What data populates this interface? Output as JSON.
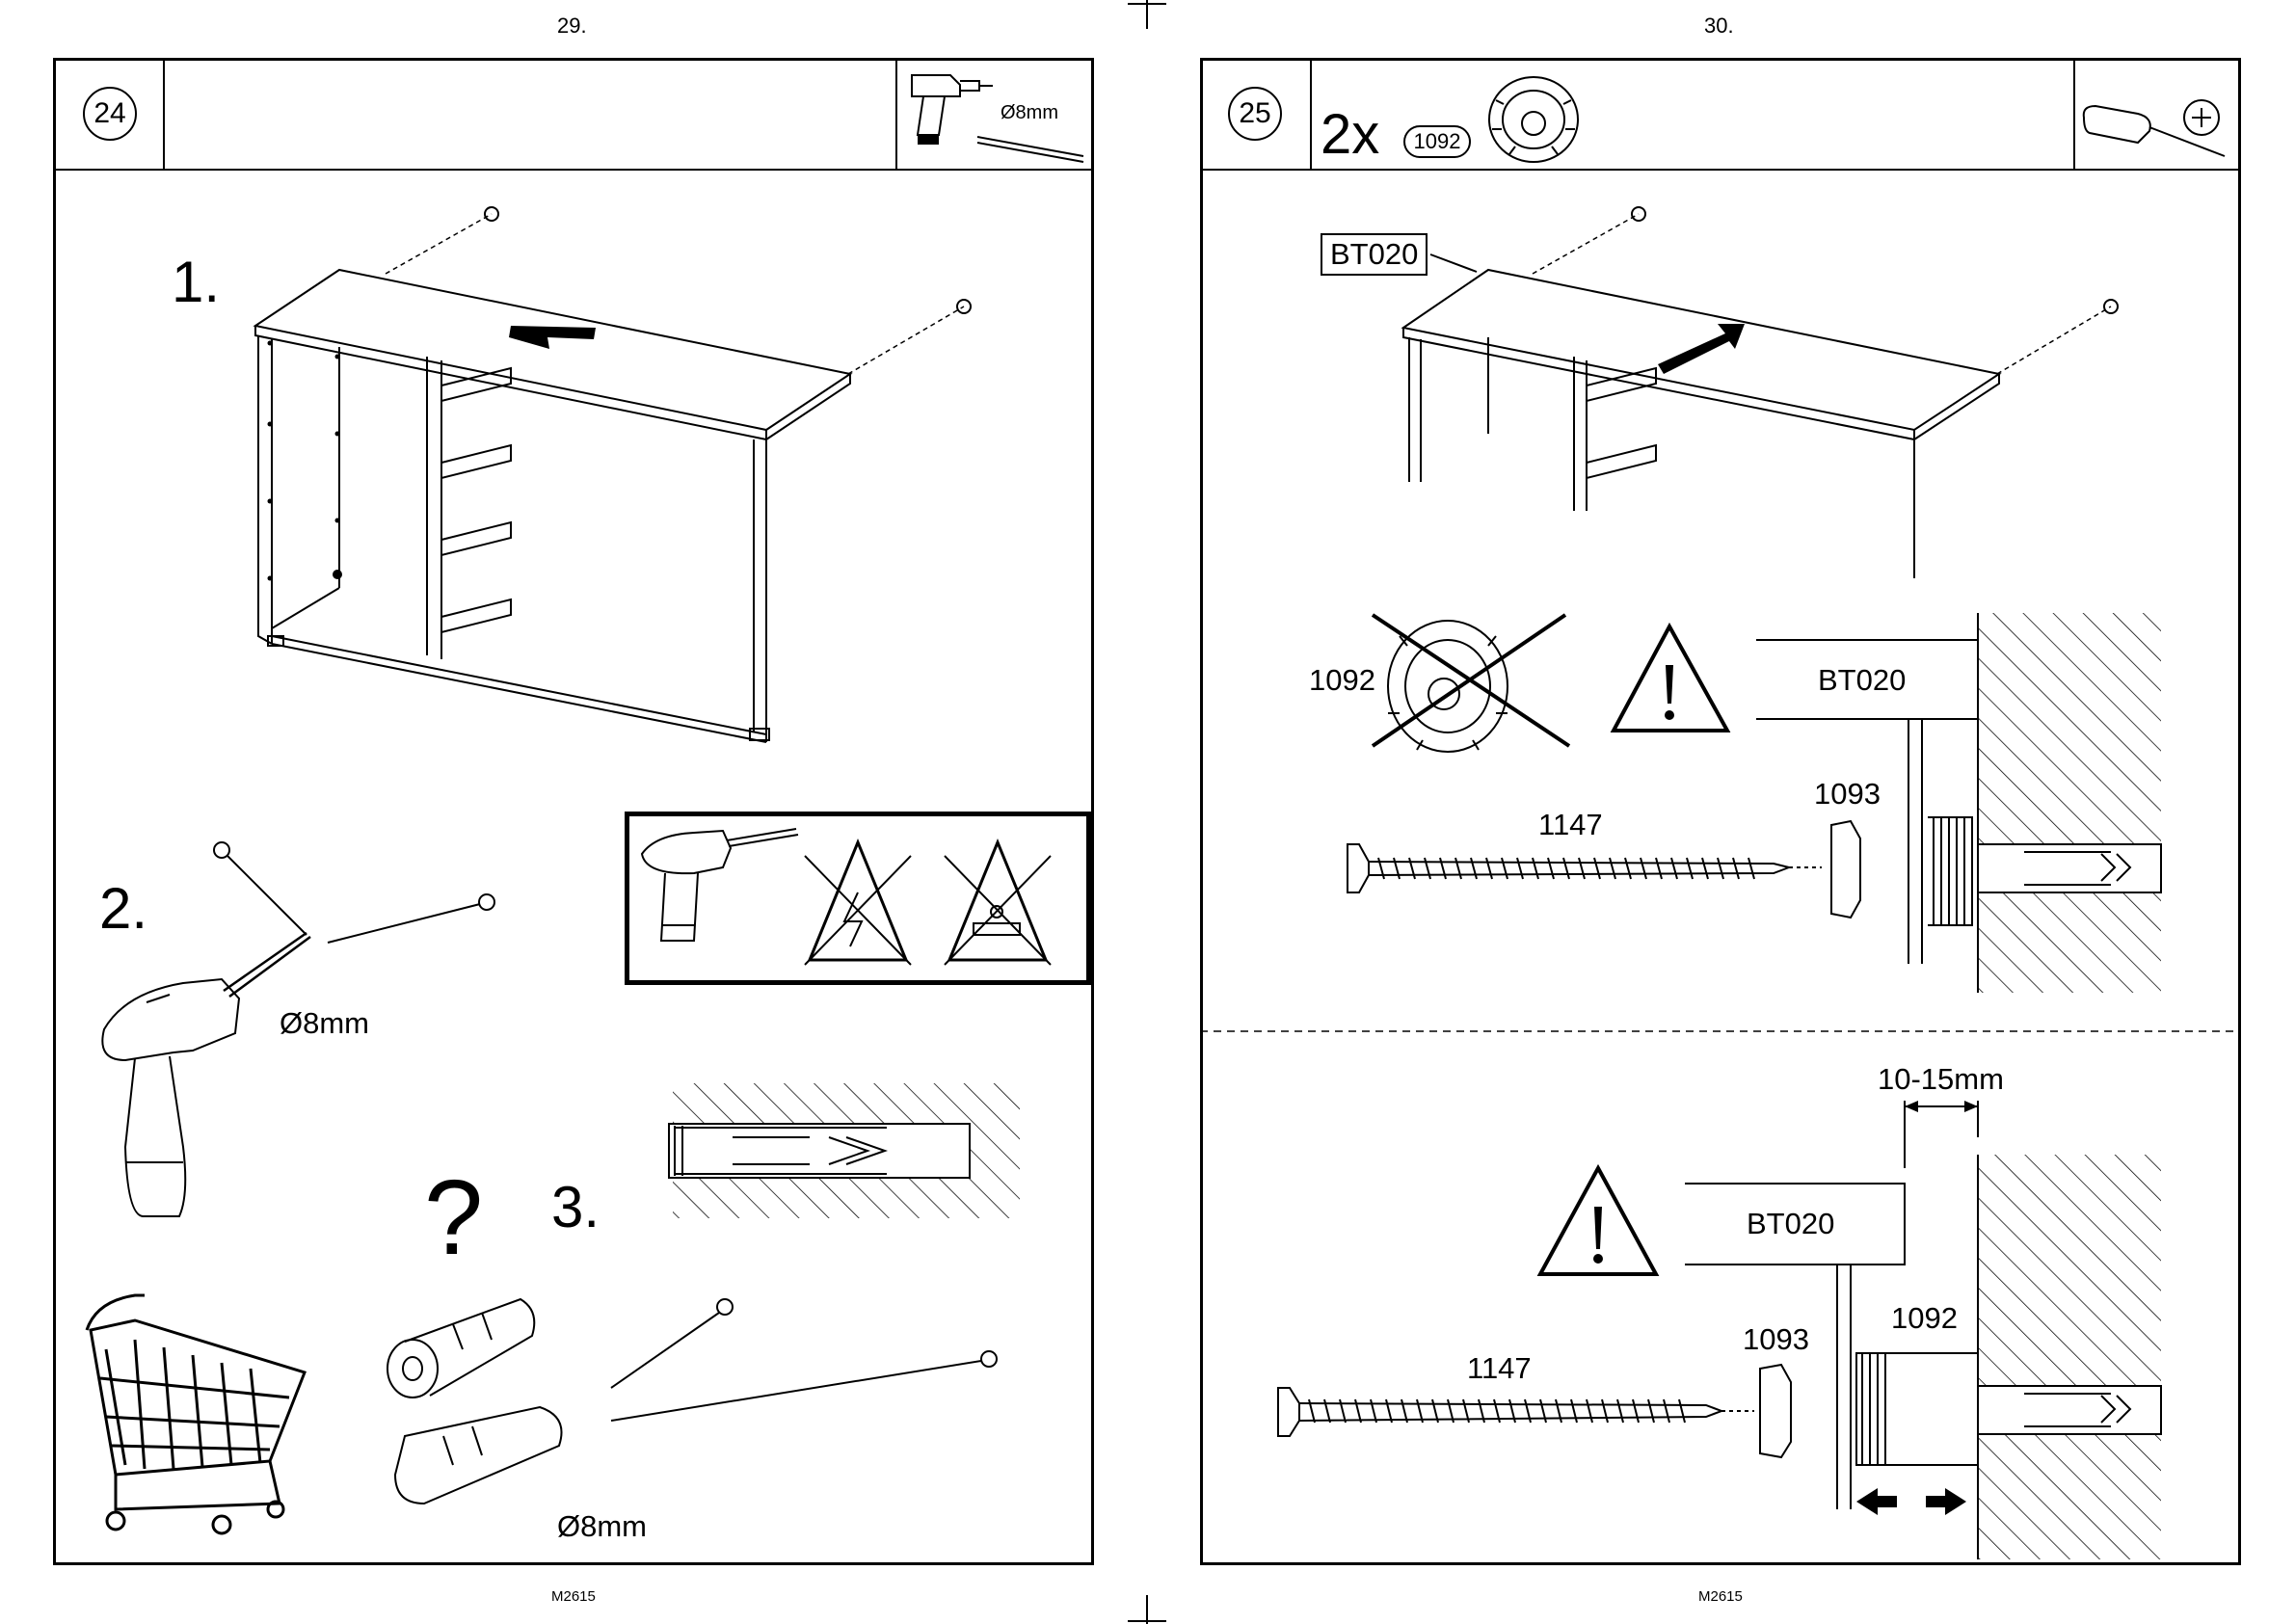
{
  "left_page": {
    "page_number": "29.",
    "footer": "M2615",
    "step": {
      "number": "24",
      "tool_label": "Ø8mm",
      "substeps": {
        "s1": "1.",
        "s2": "2.",
        "s3": "3."
      },
      "drill_size_2": "Ø8mm",
      "question_mark": "?",
      "drill_size_3": "Ø8mm"
    }
  },
  "right_page": {
    "page_number": "30.",
    "footer": "M2615",
    "step": {
      "number": "25",
      "quantity": "2x",
      "part_id": "1092",
      "panel_label": "BT020",
      "upper": {
        "part_crossed": "1092",
        "panel": "BT020",
        "screw": "1147",
        "cap": "1093"
      },
      "lower": {
        "gap": "10-15mm",
        "panel": "BT020",
        "screw": "1147",
        "cap": "1093",
        "bushing": "1092"
      }
    }
  },
  "icons": {
    "drill": "cordless-drill-icon",
    "screwdriver": "phillips-screwdriver-icon",
    "warning": "warning-triangle-icon",
    "no_electric": "no-electric-cables-icon",
    "no_water": "no-water-pipes-icon",
    "cart": "shopping-cart-icon"
  }
}
